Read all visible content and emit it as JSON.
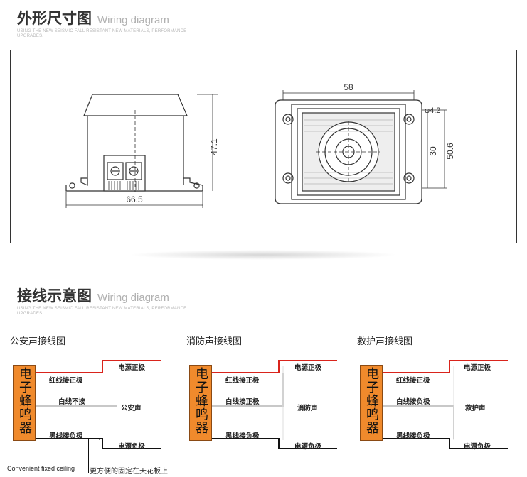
{
  "section1": {
    "title_cn": "外形尺寸图",
    "title_en": "Wiring diagram",
    "subtitle": "USING THE NEW SEISMIC FALL RESISTANT NEW MATERIALS, PERFORMANCE UPGRADES."
  },
  "dimensions": {
    "side_height": "47.1",
    "side_width": "66.5",
    "front_width": "58",
    "hole_dia": "φ4.2",
    "front_inner": "30",
    "front_height": "50.6"
  },
  "section2": {
    "title_cn": "接线示意图",
    "title_en": "Wiring diagram",
    "subtitle": "USING THE NEW SEISMIC FALL RESISTANT NEW MATERIALS, PERFORMANCE UPGRADES."
  },
  "diagrams": [
    {
      "title": "公安声接线图",
      "buzzer": "电子蜂鸣器",
      "red_label": "红线接正极",
      "white_label": "白线不接",
      "black_label": "黑线接负极",
      "pos": "电源正极",
      "neg": "电源负极",
      "sound": "公安声"
    },
    {
      "title": "消防声接线图",
      "buzzer": "电子蜂鸣器",
      "red_label": "红线接正极",
      "white_label": "白线接正极",
      "black_label": "黑线接负极",
      "pos": "电源正极",
      "neg": "电源负极",
      "sound": "消防声"
    },
    {
      "title": "救护声接线图",
      "buzzer": "电子蜂鸣器",
      "red_label": "红线接正极",
      "white_label": "白线接负极",
      "black_label": "黑线接负极",
      "pos": "电源正极",
      "neg": "电源负极",
      "sound": "救护声"
    }
  ],
  "notes": {
    "left": "Convenient fixed ceiling",
    "right": "更方便的固定在天花板上"
  }
}
